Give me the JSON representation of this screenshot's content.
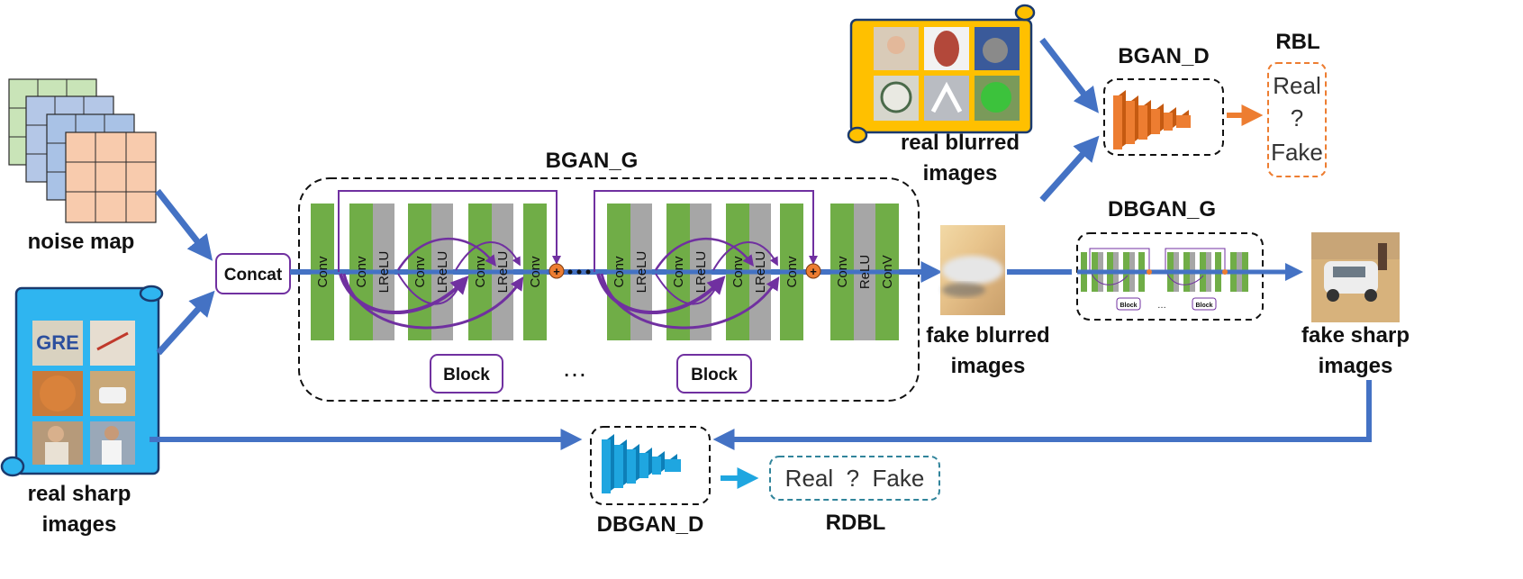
{
  "labels": {
    "noise_map": "noise map",
    "real_sharp_1": "real sharp",
    "real_sharp_2": "images",
    "real_blurred_1": "real blurred",
    "real_blurred_2": "images",
    "fake_blurred_1": "fake blurred",
    "fake_blurred_2": "images",
    "fake_sharp_1": "fake sharp",
    "fake_sharp_2": "images",
    "bgan_g": "BGAN_G",
    "bgan_d": "BGAN_D",
    "dbgan_g": "DBGAN_G",
    "dbgan_d": "DBGAN_D",
    "rbl": "RBL",
    "rdbl": "RDBL",
    "concat": "Concat",
    "block": "Block",
    "ellipsis": "…",
    "plus": "+"
  },
  "rbl_box": {
    "real": "Real",
    "q": "?",
    "fake": "Fake"
  },
  "rdbl_box": {
    "text": "Real  ?  Fake"
  },
  "layers": {
    "conv": "Conv",
    "lrelu": "LReLU",
    "relu": "ReLU",
    "conv_last": "ConV"
  },
  "colors": {
    "arrow_blue": "#4472C4",
    "layer_green": "#70AD47",
    "layer_gray": "#A6A6A6",
    "skip_purple": "#7030A0",
    "plus_orange": "#ED7D31",
    "disc_orange": "#ED7D31",
    "disc_blue": "#1FA6E0",
    "scroll_yellow": "#FFC000",
    "scroll_blue": "#2FB5F0"
  }
}
